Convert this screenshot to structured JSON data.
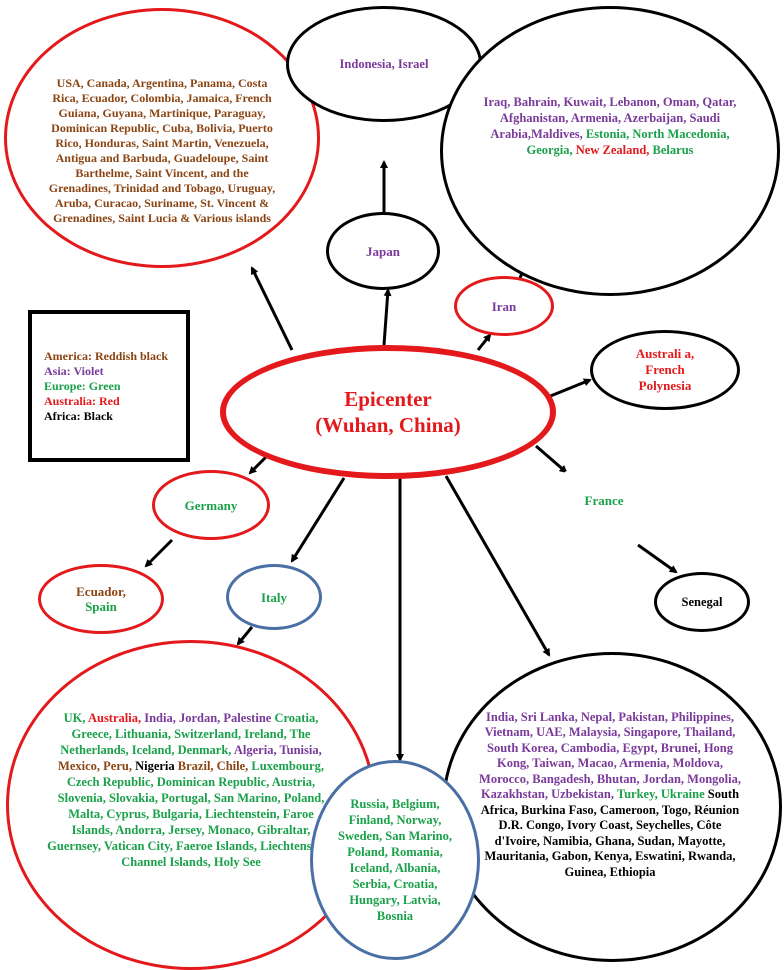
{
  "colors": {
    "america": "#8b4513",
    "asia": "#7a3a9a",
    "europe": "#1aa14a",
    "australia": "#e3191c",
    "africa": "#000000"
  },
  "legend": {
    "america": "America: Reddish black",
    "asia": "Asia: Violet",
    "europe": "Europe: Green",
    "australia": "Australia: Red",
    "africa": "Africa: Black"
  },
  "epicenter": {
    "line1": "Epicenter",
    "line2": "(Wuhan, China)"
  },
  "americas_node": {
    "text": "USA, Canada, Argentina, Panama, Costa Rica, Ecuador, Colombia, Jamaica, French Guiana, Guyana, Martinique, Paraguay, Dominican Republic, Cuba, Bolivia, Puerto Rico, Honduras, Saint Martin, Venezuela, Antigua and Barbuda, Guadeloupe, Saint Barthelme, Saint Vincent,  and the Grenadines, Trinidad and Tobago, Uruguay, Aruba, Curacao, Suriname, St. Vincent & Grenadines, Saint Lucia & Various islands"
  },
  "indonesia_node": {
    "text": "Indonesia, Israel"
  },
  "japan_node": {
    "text": "Japan"
  },
  "iran_node": {
    "text": "Iran"
  },
  "middle_east_node": {
    "asia": "Iraq, Bahrain, Kuwait, Lebanon, Oman, Qatar, Afghanistan, Armenia, Azerbaijan, Saudi Arabia,Maldives,",
    "europe": "Estonia, North Macedonia, Georgia,",
    "australia": "New Zealand,",
    "europe2": "Belarus"
  },
  "australia_node": {
    "line1": "Australi a,",
    "line2": "French",
    "line3": "Polynesia"
  },
  "germany_node": {
    "text": "Germany"
  },
  "ecuador_spain_node": {
    "america": "Ecuador,",
    "europe": "Spain"
  },
  "italy_node": {
    "text": "Italy"
  },
  "france_node": {
    "text": "France"
  },
  "senegal_node": {
    "text": "Senegal"
  },
  "italy_children_node": {
    "p1_eu": "UK,",
    "p1_au": "Australia,",
    "p1_as": "India, Jordan, Palestine",
    "p2_eu": "Croatia, Greece, Lithuania, Switzerland, Ireland, The Netherlands, Iceland, Denmark,",
    "p2_as": "Algeria, Tunisia,",
    "p3_am": "Mexico, Peru,",
    "p3_af": "Nigeria",
    "p3_am2": "Brazil, Chile,",
    "p4_eu": "Luxembourg, Czech Republic, Dominican Republic, Austria, Slovenia, Slovakia, Portugal, San Marino, Poland, Malta, Cyprus, Bulgaria, Liechtenstein, Faroe Islands, Andorra, Jersey, Monaco, Gibraltar, Guernsey, Vatican City, Faeroe Islands, Liechtenstein, Channel Islands, Holy See"
  },
  "europe_node": {
    "text": "Russia, Belgium, Finland, Norway, Sweden, San Marino, Poland, Romania, Iceland, Albania, Serbia, Croatia, Hungary, Latvia, Bosnia"
  },
  "asia_africa_node": {
    "asia": "India, Sri Lanka, Nepal, Pakistan, Philippines, Vietnam, UAE, Malaysia, Singapore, Thailand, South Korea, Cambodia, Egypt, Brunei, Hong Kong, Taiwan, Macao,  Armenia, Moldova, Morocco, Bangadesh, Bhutan, Jordan, Mongolia, Kazakhstan, Uzbekistan,",
    "europe": "Turkey, Ukraine",
    "africa": "South Africa, Burkina Faso, Cameroon, Togo, Réunion D.R. Congo, Ivory Coast, Seychelles, Côte d'Ivoire, Namibia, Ghana, Sudan, Mayotte, Mauritania, Gabon, Kenya, Eswatini, Rwanda, Guinea, Ethiopia"
  }
}
